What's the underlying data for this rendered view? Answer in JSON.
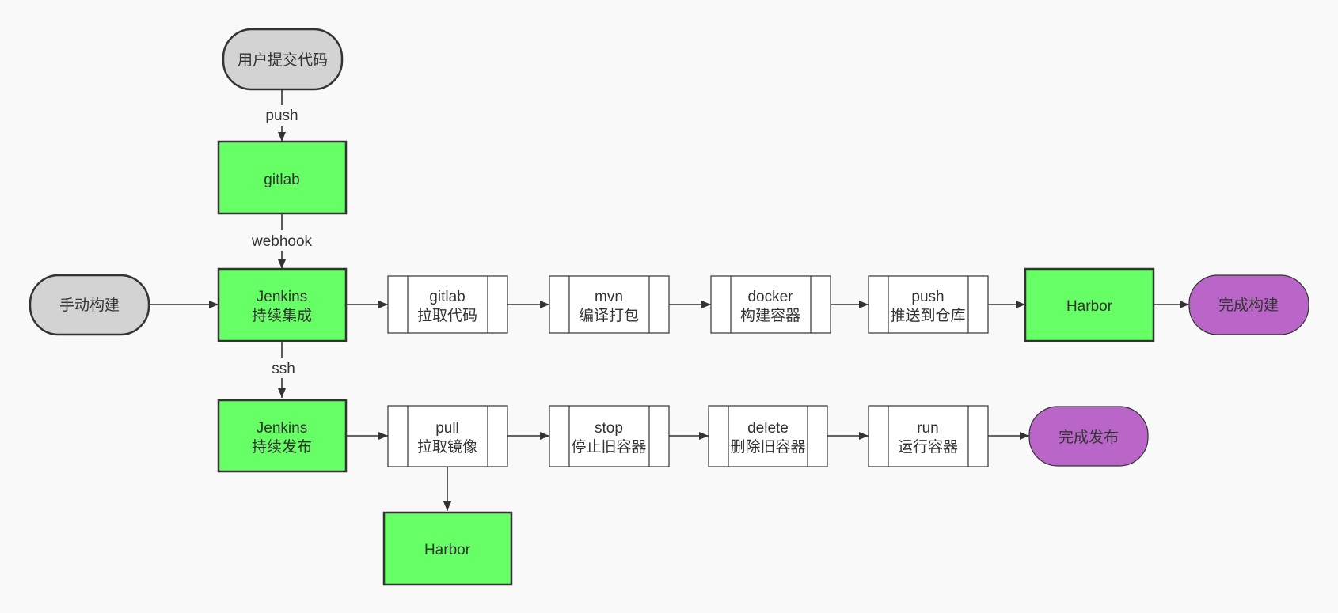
{
  "colors": {
    "background": "#f9f9f9",
    "start_fill": "#d3d3d3",
    "system_fill": "#66ff66",
    "end_fill": "#ba66c8",
    "process_fill": "#ffffff",
    "stroke": "#333333"
  },
  "nodes": {
    "user_commit": {
      "label": "用户提交代码"
    },
    "gitlab": {
      "label": "gitlab"
    },
    "manual_build": {
      "label": "手动构建"
    },
    "jenkins_ci": {
      "line1": "Jenkins",
      "line2": "持续集成"
    },
    "ci_gitlab_pull": {
      "line1": "gitlab",
      "line2": "拉取代码"
    },
    "ci_mvn": {
      "line1": "mvn",
      "line2": "编译打包"
    },
    "ci_docker": {
      "line1": "docker",
      "line2": "构建容器"
    },
    "ci_push": {
      "line1": "push",
      "line2": "推送到仓库"
    },
    "harbor_ci": {
      "label": "Harbor"
    },
    "build_done": {
      "label": "完成构建"
    },
    "jenkins_cd": {
      "line1": "Jenkins",
      "line2": "持续发布"
    },
    "cd_pull": {
      "line1": "pull",
      "line2": "拉取镜像"
    },
    "cd_stop": {
      "line1": "stop",
      "line2": "停止旧容器"
    },
    "cd_delete": {
      "line1": "delete",
      "line2": "删除旧容器"
    },
    "cd_run": {
      "line1": "run",
      "line2": "运行容器"
    },
    "deploy_done": {
      "label": "完成发布"
    },
    "harbor_cd": {
      "label": "Harbor"
    }
  },
  "edges": {
    "push": "push",
    "webhook": "webhook",
    "ssh": "ssh"
  }
}
